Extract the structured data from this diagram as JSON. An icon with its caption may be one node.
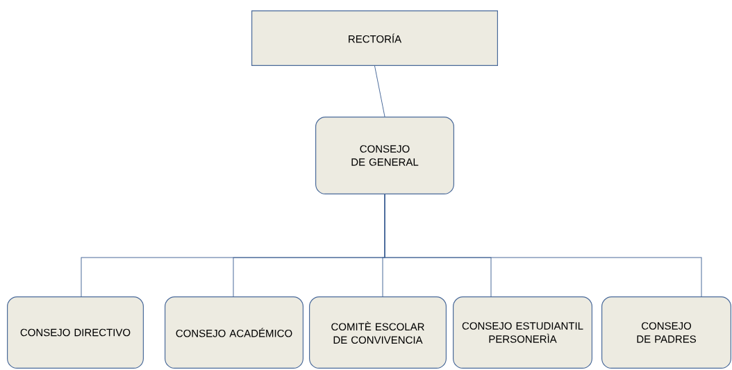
{
  "diagram": {
    "nodes": [
      {
        "text": [
          "RECTORÍA"
        ]
      },
      {
        "text": [
          "CONSEJO DE GENERAL"
        ]
      },
      {
        "text": [
          "CONSEJO DIRECTIVO"
        ]
      },
      {
        "text": [
          "CONSEJO ACADÉMICO"
        ]
      },
      {
        "text": [
          "COMITÈ ESCOLAR DE CONVIVENCIA"
        ]
      },
      {
        "text": [
          "CONSEJO ESTUDIANTIL PERSONERÌA"
        ]
      },
      {
        "text": [
          "CONSEJO DE PADRES"
        ]
      }
    ],
    "edges": [
      {
        "from": 0,
        "to": 1,
        "arrow": "none"
      },
      {
        "from": 1,
        "to": 2,
        "arrow": "none"
      },
      {
        "from": 1,
        "to": 3,
        "arrow": "none"
      },
      {
        "from": 1,
        "to": 4,
        "arrow": "none"
      },
      {
        "from": 1,
        "to": 5,
        "arrow": "none"
      },
      {
        "from": 1,
        "to": 6,
        "arrow": "none"
      }
    ]
  }
}
